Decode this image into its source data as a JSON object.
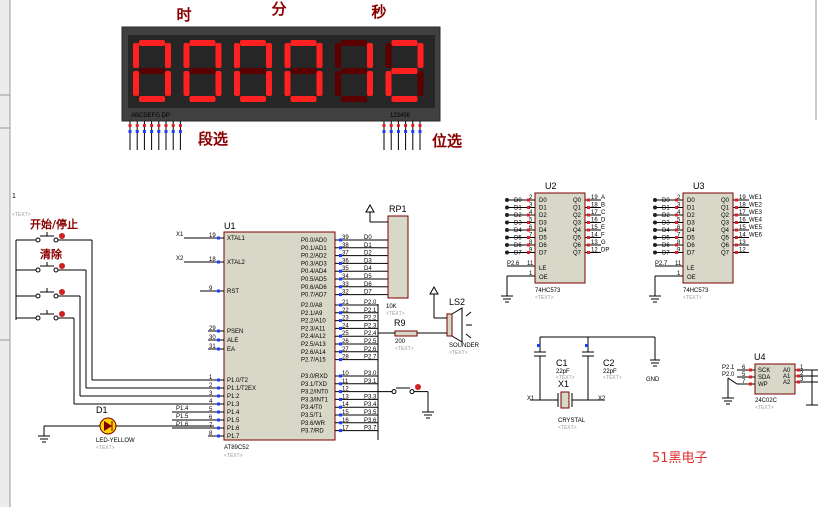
{
  "display": {
    "headers": [
      "时",
      "分",
      "秒"
    ],
    "digits": [
      "0",
      "0",
      "0",
      "0",
      "1",
      "2"
    ],
    "seg_left_label": "ABCDEFG  DP",
    "seg_right_label": "123456",
    "duan_label": "段选",
    "wei_label": "位选",
    "colors": {
      "bezel": "#3a3a3a",
      "digit_on": "#ff2020",
      "digit_off": "#5a0000",
      "label": "#8b0000"
    }
  },
  "buttons": {
    "start_stop": "开始/停止",
    "clear": "清除"
  },
  "u1": {
    "ref": "U1",
    "part": "AT89C52",
    "text": "<TEXT>",
    "left_pins": [
      {
        "num": "19",
        "name": "XTAL1",
        "net": "X1"
      },
      {
        "num": "18",
        "name": "XTAL2",
        "net": "X2"
      },
      {
        "num": "9",
        "name": "RST",
        "net": ""
      },
      {
        "num": "29",
        "name": "PSEN",
        "net": ""
      },
      {
        "num": "30",
        "name": "ALE",
        "net": ""
      },
      {
        "num": "31",
        "name": "EA",
        "net": ""
      },
      {
        "num": "1",
        "name": "P1.0/T2",
        "net": ""
      },
      {
        "num": "2",
        "name": "P1.1/T2EX",
        "net": ""
      },
      {
        "num": "3",
        "name": "P1.2",
        "net": ""
      },
      {
        "num": "4",
        "name": "P1.3",
        "net": ""
      },
      {
        "num": "5",
        "name": "P1.4",
        "net": "P1.4"
      },
      {
        "num": "6",
        "name": "P1.5",
        "net": "P1.5"
      },
      {
        "num": "7",
        "name": "P1.6",
        "net": "P1.6"
      },
      {
        "num": "8",
        "name": "P1.7",
        "net": ""
      }
    ],
    "right_pins": [
      {
        "num": "39",
        "name": "P0.0/AD0",
        "net": "D0"
      },
      {
        "num": "38",
        "name": "P0.1/AD1",
        "net": "D1"
      },
      {
        "num": "37",
        "name": "P0.2/AD2",
        "net": "D2"
      },
      {
        "num": "36",
        "name": "P0.3/AD3",
        "net": "D3"
      },
      {
        "num": "35",
        "name": "P0.4/AD4",
        "net": "D4"
      },
      {
        "num": "34",
        "name": "P0.5/AD5",
        "net": "D5"
      },
      {
        "num": "33",
        "name": "P0.6/AD6",
        "net": "D6"
      },
      {
        "num": "32",
        "name": "P0.7/AD7",
        "net": "D7"
      },
      {
        "num": "21",
        "name": "P2.0/A8",
        "net": "P2.0"
      },
      {
        "num": "22",
        "name": "P2.1/A9",
        "net": "P2.1"
      },
      {
        "num": "23",
        "name": "P2.2/A10",
        "net": "P2.2"
      },
      {
        "num": "24",
        "name": "P2.3/A11",
        "net": "P2.3"
      },
      {
        "num": "25",
        "name": "P2.4/A12",
        "net": "P2.4"
      },
      {
        "num": "26",
        "name": "P2.5/A13",
        "net": "P2.5"
      },
      {
        "num": "27",
        "name": "P2.6/A14",
        "net": "P2.6"
      },
      {
        "num": "28",
        "name": "P2.7/A15",
        "net": "P2.7"
      },
      {
        "num": "10",
        "name": "P3.0/RXD",
        "net": "P3.0"
      },
      {
        "num": "11",
        "name": "P3.1/TXD",
        "net": "P3.1"
      },
      {
        "num": "12",
        "name": "P3.2/INT0",
        "net": ""
      },
      {
        "num": "13",
        "name": "P3.3/INT1",
        "net": "P3.3"
      },
      {
        "num": "14",
        "name": "P3.4/T0",
        "net": "P3.4"
      },
      {
        "num": "15",
        "name": "P3.5/T1",
        "net": "P3.5"
      },
      {
        "num": "16",
        "name": "P3.6/WR",
        "net": "P3.6"
      },
      {
        "num": "17",
        "name": "P3.7/RD",
        "net": "P3.7"
      }
    ]
  },
  "rp1": {
    "ref": "RP1",
    "value": "10K",
    "text": "<TEXT>"
  },
  "r9": {
    "ref": "R9",
    "value": "200",
    "text": "<TEXT>"
  },
  "ls2": {
    "ref": "LS2",
    "part": "SOUNDER",
    "text": "<TEXT>"
  },
  "d1": {
    "ref": "D1",
    "part": "LED-YELLOW",
    "text": "<TEXT>"
  },
  "u2": {
    "ref": "U2",
    "part": "74HC573",
    "text": "<TEXT>",
    "inputs": [
      "D0",
      "D1",
      "D2",
      "D3",
      "D4",
      "D5",
      "D6",
      "D7"
    ],
    "input_nums": [
      "2",
      "3",
      "4",
      "5",
      "6",
      "7",
      "8",
      "9"
    ],
    "outputs": [
      "Q0",
      "Q1",
      "Q2",
      "Q3",
      "Q4",
      "Q5",
      "Q6",
      "Q7"
    ],
    "output_nums": [
      "19",
      "18",
      "17",
      "16",
      "15",
      "14",
      "13",
      "12"
    ],
    "output_nets": [
      "A",
      "B",
      "C",
      "D",
      "E",
      "F",
      "G",
      "DP"
    ],
    "le_net": "P2.6",
    "le_num": "11",
    "oe_num": "1",
    "le": "LE",
    "oe": "OE"
  },
  "u3": {
    "ref": "U3",
    "part": "74HC573",
    "text": "<TEXT>",
    "inputs": [
      "D0",
      "D1",
      "D2",
      "D3",
      "D4",
      "D5",
      "D6",
      "D7"
    ],
    "input_nums": [
      "2",
      "3",
      "4",
      "5",
      "6",
      "7",
      "8",
      "9"
    ],
    "outputs": [
      "Q0",
      "Q1",
      "Q2",
      "Q3",
      "Q4",
      "Q5",
      "Q6",
      "Q7"
    ],
    "output_nums": [
      "19",
      "18",
      "17",
      "16",
      "15",
      "14",
      "13",
      "12"
    ],
    "output_nets": [
      "WE1",
      "WE2",
      "WE3",
      "WE4",
      "WE5",
      "WE6",
      "",
      ""
    ],
    "le_net": "P2.7",
    "le_num": "11",
    "oe_num": "1",
    "le": "LE",
    "oe": "OE"
  },
  "crystal": {
    "c1": {
      "ref": "C1",
      "value": "22pF",
      "text": "<TEXT>"
    },
    "c2": {
      "ref": "C2",
      "value": "22pF",
      "text": "<TEXT>"
    },
    "x1": {
      "ref": "X1",
      "part": "CRYSTAL",
      "text": "<TEXT>"
    },
    "gnd": "GND",
    "net_x1": "X1",
    "net_x2": "X2"
  },
  "u4": {
    "ref": "U4",
    "part": "24C02C",
    "text": "<TEXT>",
    "left": [
      {
        "net": "P2.1",
        "num": "6",
        "name": "SCK"
      },
      {
        "net": "P2.0",
        "num": "5",
        "name": "SDA"
      },
      {
        "net": "",
        "num": "7",
        "name": "WP"
      }
    ],
    "right": [
      {
        "num": "1",
        "name": "A0"
      },
      {
        "num": "2",
        "name": "A1"
      },
      {
        "num": "3",
        "name": "A2"
      }
    ]
  },
  "watermark": "51黑电子",
  "left_partial": "1"
}
